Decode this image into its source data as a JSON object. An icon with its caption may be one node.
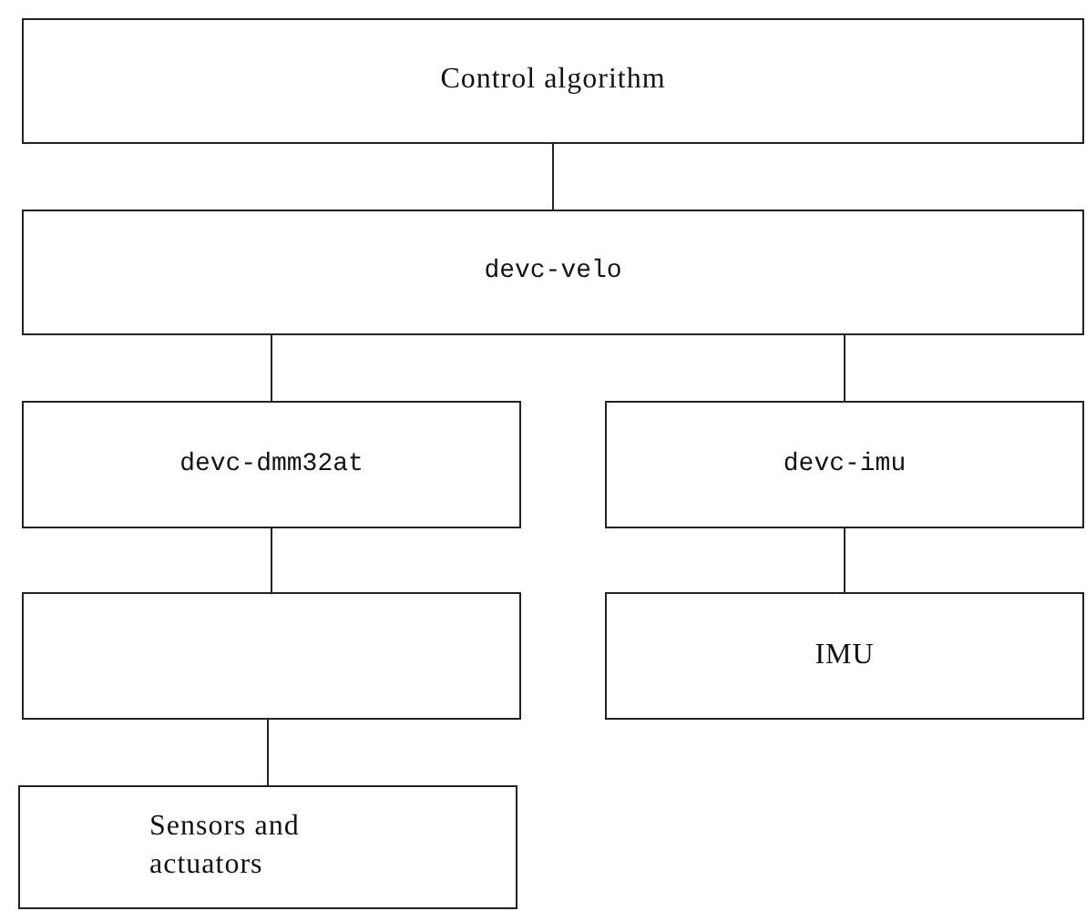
{
  "diagram": {
    "nodes": [
      {
        "text": [
          "Control algorithm"
        ]
      },
      {
        "text": [
          "devc-velo"
        ]
      },
      {
        "text": [
          "devc-dmm32at"
        ]
      },
      {
        "text": [
          "devc-imu"
        ]
      },
      {
        "text": [],
        "shape": "box"
      },
      {
        "text": [
          "IMU"
        ]
      },
      {
        "text": [
          "Sensors and actuators"
        ]
      }
    ],
    "edges": [
      {
        "from": 0,
        "to": 1,
        "arrow": "none"
      },
      {
        "from": 1,
        "to": 2,
        "arrow": "none"
      },
      {
        "from": 1,
        "to": 3,
        "arrow": "none"
      },
      {
        "from": 2,
        "to": 4,
        "arrow": "none"
      },
      {
        "from": 3,
        "to": 5,
        "arrow": "none"
      },
      {
        "from": 4,
        "to": 6,
        "arrow": "none"
      }
    ]
  }
}
